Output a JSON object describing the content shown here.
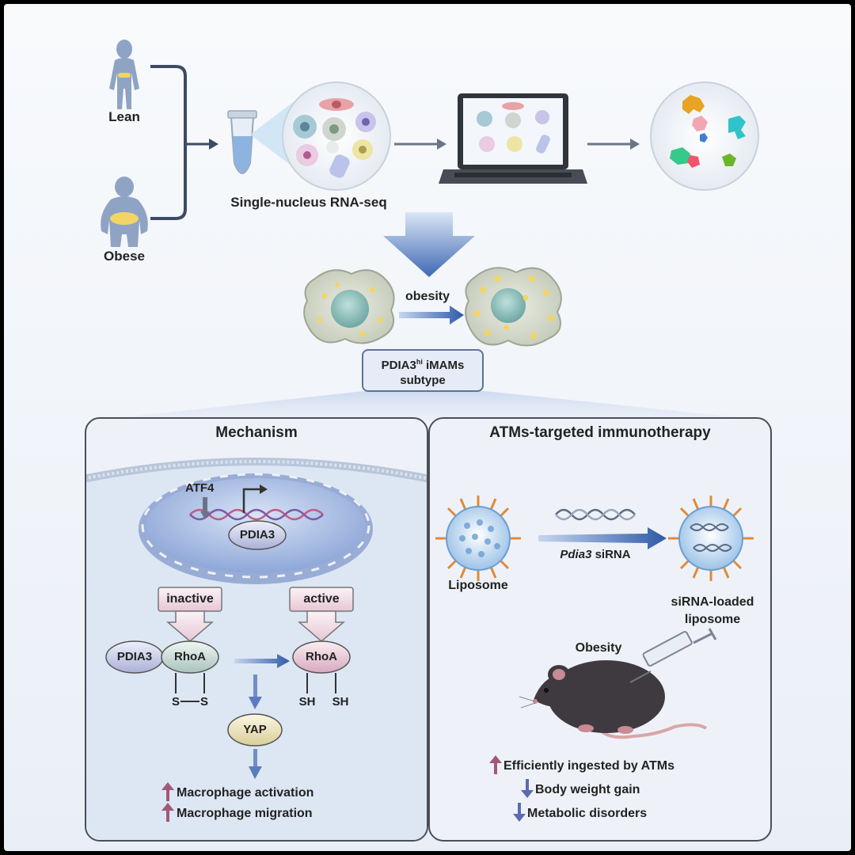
{
  "top": {
    "lean_label": "Lean",
    "obese_label": "Obese",
    "seq_label": "Single-nucleus RNA-seq"
  },
  "middle": {
    "obesity_label": "obesity",
    "subtype_line1": "PDIA3",
    "subtype_sup": "hi",
    "subtype_line1_rest": " iMAMs",
    "subtype_line2": "subtype"
  },
  "mechanism": {
    "title": "Mechanism",
    "atf4": "ATF4",
    "pdia3_gene": "PDIA3",
    "inactive": "inactive",
    "active": "active",
    "pdia3_protein": "PDIA3",
    "rhoa_inactive": "RhoA",
    "rhoa_active": "RhoA",
    "disulfide_left": "S",
    "disulfide_right": "S",
    "thiol_left": "SH",
    "thiol_right": "SH",
    "yap": "YAP",
    "outcome1": "Macrophage activation",
    "outcome2": "Macrophage migration"
  },
  "therapy": {
    "title": "ATMs-targeted immunotherapy",
    "liposome": "Liposome",
    "sirna_gene": "Pdia3",
    "sirna_suffix": " siRNA",
    "loaded_line1": "siRNA-loaded",
    "loaded_line2": "liposome",
    "obesity": "Obesity",
    "outcome1": "Efficiently ingested by ATMs",
    "outcome2": "Body weight gain",
    "outcome3": "Metabolic disorders"
  },
  "colors": {
    "background": "#eef2f8",
    "arrow_blue": "#4a73b8",
    "up_arrow": "#a05a78",
    "down_arrow": "#5b6bb0"
  }
}
